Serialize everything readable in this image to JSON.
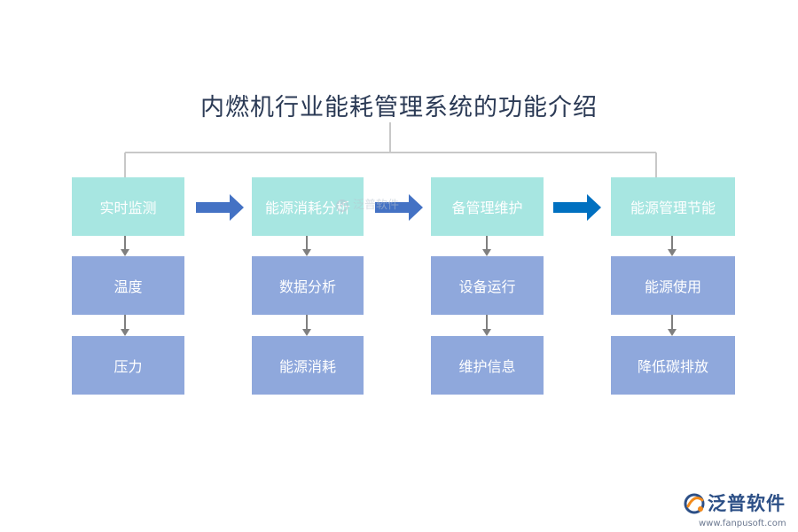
{
  "title": "内燃机行业能耗管理系统的功能介绍",
  "columns": [
    {
      "head": "实时监测",
      "items": [
        "温度",
        "压力"
      ]
    },
    {
      "head": "能源消耗分析",
      "items": [
        "数据分析",
        "能源消耗"
      ]
    },
    {
      "head": "备管理维护",
      "items": [
        "设备运行",
        "维护信息"
      ]
    },
    {
      "head": "能源管理节能",
      "items": [
        "能源使用",
        "降低碳排放"
      ]
    }
  ],
  "watermark": "泛普软件",
  "logo": {
    "name": "泛普软件",
    "url": "www.fanpusoft.com"
  },
  "colors": {
    "title": "#2b3a55",
    "head_box": "#a7e6e1",
    "sub_box": "#8fa8dc",
    "arrow_main": "#4472c4",
    "arrow_last": "#0070c0",
    "connector": "#c8c8c8",
    "down_arrow": "#7f7f7f",
    "logo_orange": "#f28a1b",
    "logo_blue": "#2c4f86"
  }
}
